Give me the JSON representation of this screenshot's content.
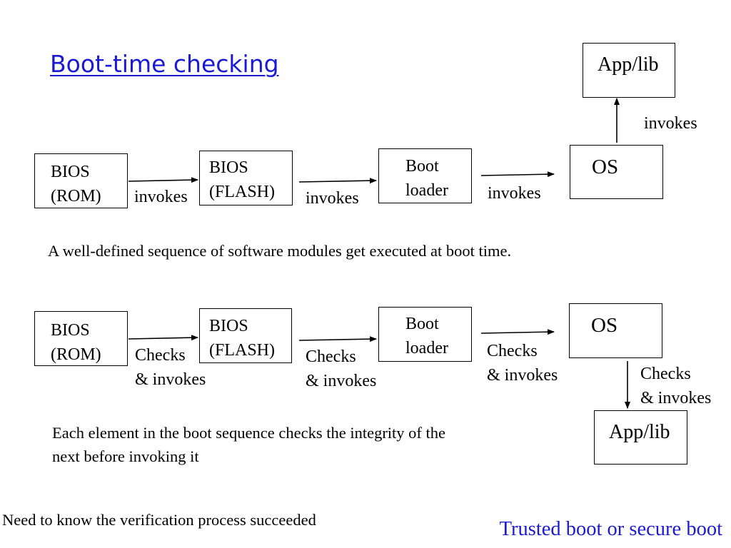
{
  "title": "Boot-time checking",
  "top_chain": {
    "bios_rom": [
      "BIOS",
      "(ROM)"
    ],
    "bios_flash": [
      "BIOS",
      "(FLASH)"
    ],
    "boot_loader": [
      "Boot",
      "loader"
    ],
    "os": "OS",
    "app_lib": "App/lib",
    "edge_label": "invokes"
  },
  "top_caption": "A well-defined sequence of software modules get executed at boot time.",
  "bottom_chain": {
    "bios_rom": [
      "BIOS",
      "(ROM)"
    ],
    "bios_flash": [
      "BIOS",
      "(FLASH)"
    ],
    "boot_loader": [
      "Boot",
      "loader"
    ],
    "os": "OS",
    "app_lib": "App/lib",
    "edge_label": [
      "Checks",
      "& invokes"
    ]
  },
  "bottom_caption": [
    "Each element in the boot sequence checks the integrity of the",
    "next before invoking it"
  ],
  "footer_left": "Need to know the verification process succeeded",
  "footer_right": "Trusted boot or secure boot",
  "colors": {
    "title": "#1a1ad6",
    "footer_right": "#1a1ad6",
    "lines": "#000000"
  }
}
